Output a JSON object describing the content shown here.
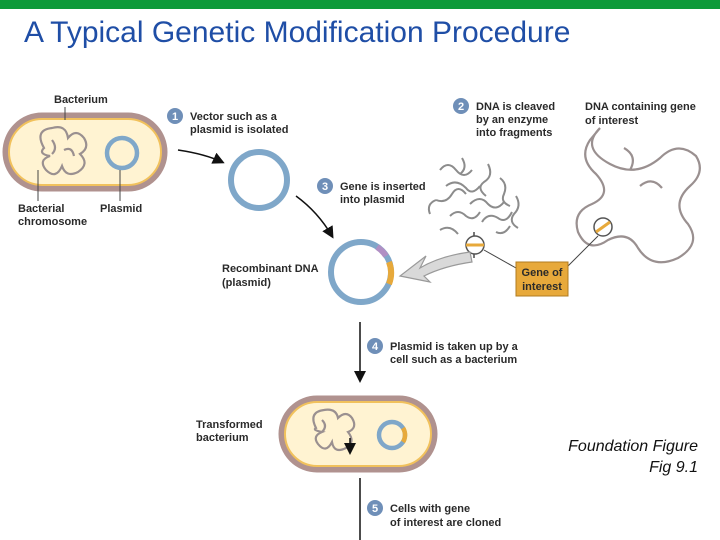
{
  "title": "A Typical Genetic Modification Procedure",
  "colors": {
    "accent_bar": "#0e9a3a",
    "title": "#1f4ea6",
    "cell_wall": "#b0928f",
    "cell_fill": "#fff3d2",
    "plasmid": "#7fa7c9",
    "gene": "#e7a93b",
    "step_badge": "#6f8fb8"
  },
  "labels": {
    "bacterium": "Bacterium",
    "bacterial_chromosome_1": "Bacterial",
    "bacterial_chromosome_2": "chromosome",
    "plasmid": "Plasmid",
    "recombinant_1": "Recombinant DNA",
    "recombinant_2": "(plasmid)",
    "gene_box_1": "Gene of",
    "gene_box_2": "interest",
    "dna_gene_1": "DNA containing gene",
    "dna_gene_2": "of interest",
    "transformed_1": "Transformed",
    "transformed_2": "bacterium"
  },
  "steps": [
    {
      "num": "1",
      "line1": "Vector such as a",
      "line2": "plasmid is isolated",
      "line3": ""
    },
    {
      "num": "2",
      "line1": "DNA is cleaved",
      "line2": "by an enzyme",
      "line3": "into fragments"
    },
    {
      "num": "3",
      "line1": "Gene is inserted",
      "line2": "into plasmid",
      "line3": ""
    },
    {
      "num": "4",
      "line1": "Plasmid is taken up by a",
      "line2": "cell such as a bacterium",
      "line3": ""
    },
    {
      "num": "5",
      "line1": "Cells with gene",
      "line2": "of interest are cloned",
      "line3": ""
    }
  ],
  "caption": {
    "line1": "Foundation Figure",
    "line2": "Fig 9.1"
  }
}
